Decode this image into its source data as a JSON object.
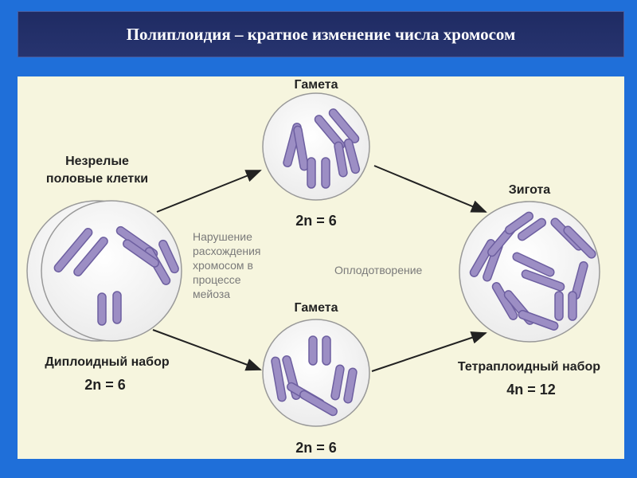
{
  "title": "Полиплоидия – кратное изменение числа хромосом",
  "labels": {
    "immature_cells": [
      "Незрелые",
      "половые клетки"
    ],
    "diploid_set": "Диплоидный набор",
    "diploid_formula": "2n = 6",
    "gamete_top": "Гамета",
    "gamete_top_formula": "2n = 6",
    "gamete_bottom": "Гамета",
    "gamete_bottom_formula": "2n = 6",
    "zygote": "Зигота",
    "tetraploid_set": "Тетраплоидный набор",
    "tetraploid_formula": "4n = 12",
    "nondisjunction": [
      "Нарушение",
      "расхождения",
      "хромосом в",
      "процессе",
      "мейоза"
    ],
    "fertilization": "Оплодотворение"
  },
  "colors": {
    "background": "#1f6fd9",
    "title_bar": "#24306a",
    "panel": "#f6f5de",
    "chromosome": "#9c8ec4",
    "chromosome_outline": "#6d5fa0"
  }
}
